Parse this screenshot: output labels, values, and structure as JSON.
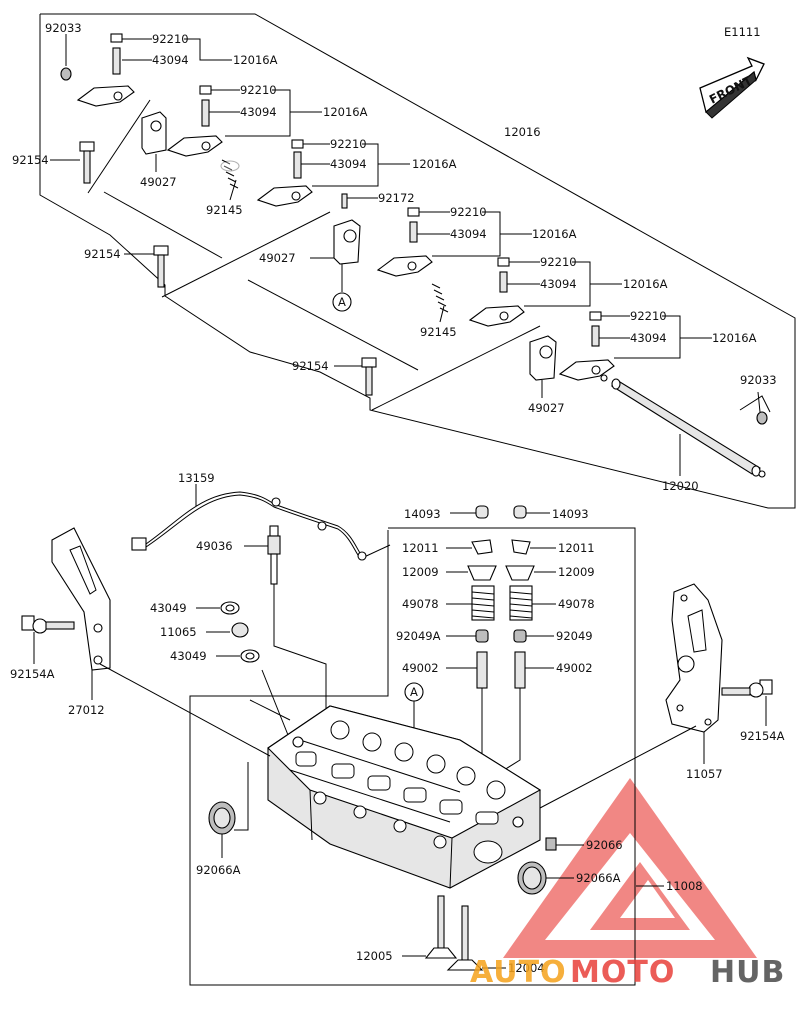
{
  "diagram_code": "E1111",
  "front_label": "FRONT",
  "ref_marker": "A",
  "labels": {
    "92033_top": "92033",
    "92210_a": "92210",
    "43094_a": "43094",
    "12016A_a": "12016A",
    "92210_b": "92210",
    "43094_b": "43094",
    "12016A_b": "12016A",
    "92210_c": "92210",
    "43094_c": "43094",
    "12016A_c": "12016A",
    "12016": "12016",
    "92154_a": "92154",
    "49027_a": "49027",
    "92145_a": "92145",
    "92172": "92172",
    "92210_d": "92210",
    "43094_d": "43094",
    "12016A_d": "12016A",
    "92154_b": "92154",
    "49027_b": "49027",
    "92210_e": "92210",
    "43094_e": "43094",
    "12016A_e": "12016A",
    "92145_b": "92145",
    "92210_f": "92210",
    "43094_f": "43094",
    "12016A_f": "12016A",
    "92154_c": "92154",
    "92033_right": "92033",
    "49027_c": "49027",
    "12020": "12020",
    "13159": "13159",
    "14093_l": "14093",
    "14093_r": "14093",
    "49036": "49036",
    "12011_l": "12011",
    "12011_r": "12011",
    "12009_l": "12009",
    "12009_r": "12009",
    "49078_l": "49078",
    "49078_r": "49078",
    "43049_a": "43049",
    "11065": "11065",
    "43049_b": "43049",
    "92049A": "92049A",
    "92049": "92049",
    "49002_l": "49002",
    "49002_r": "49002",
    "92154A_l": "92154A",
    "27012": "27012",
    "92154A_r": "92154A",
    "11057": "11057",
    "92066": "92066",
    "92066A_l": "92066A",
    "92066A_r": "92066A",
    "11008": "11008",
    "12005": "12005",
    "12004": "12004"
  },
  "watermark": {
    "brand_part1": "AUTO",
    "brand_part2": "MOTO",
    "brand_part3": "HUB",
    "color_red": "#e8403a",
    "color_orange": "#f5a21b",
    "color_gray": "#4a4a4a"
  }
}
